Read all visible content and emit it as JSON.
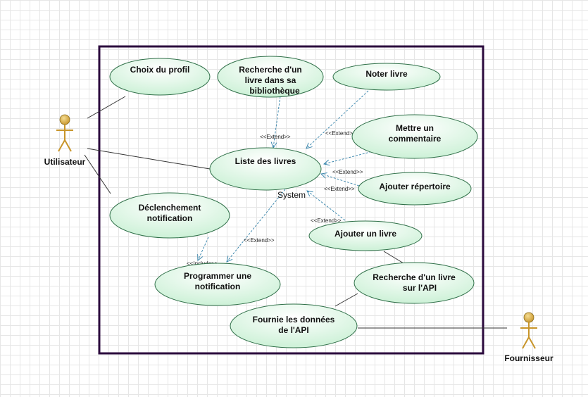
{
  "system": {
    "name": "System"
  },
  "actors": {
    "utilisateur": "Utilisateur",
    "fournisseur": "Fournisseur"
  },
  "use_cases": {
    "choix_profil": [
      "Choix du profil"
    ],
    "recherche_biblio": [
      "Recherche d'un",
      "livre dans sa",
      "bibliothèque"
    ],
    "noter_livre": [
      "Noter livre"
    ],
    "mettre_commentaire": [
      "Mettre un",
      "commentaire"
    ],
    "liste_livres": [
      "Liste des livres"
    ],
    "ajouter_repertoire": [
      "Ajouter répertoire"
    ],
    "declenchement": [
      "Déclenchement",
      "notification"
    ],
    "ajouter_livre": [
      "Ajouter un livre"
    ],
    "programmer_notif": [
      "Programmer une",
      "notification"
    ],
    "recherche_api": [
      "Recherche d'un livre",
      "sur l'API"
    ],
    "fournie_api": [
      "Fournie les données",
      "de l'API"
    ]
  },
  "stereotypes": {
    "extend": "<<Extend>>",
    "include": "<<Include>>"
  },
  "colors": {
    "system_border": "#2b0a3d",
    "usecase_fill_light": "#ffffff",
    "usecase_fill_dark": "#c9f0d4",
    "usecase_border": "#2f6f48",
    "actor_fill": "#d9a93c",
    "dependency_line": "#2e7fa8"
  }
}
